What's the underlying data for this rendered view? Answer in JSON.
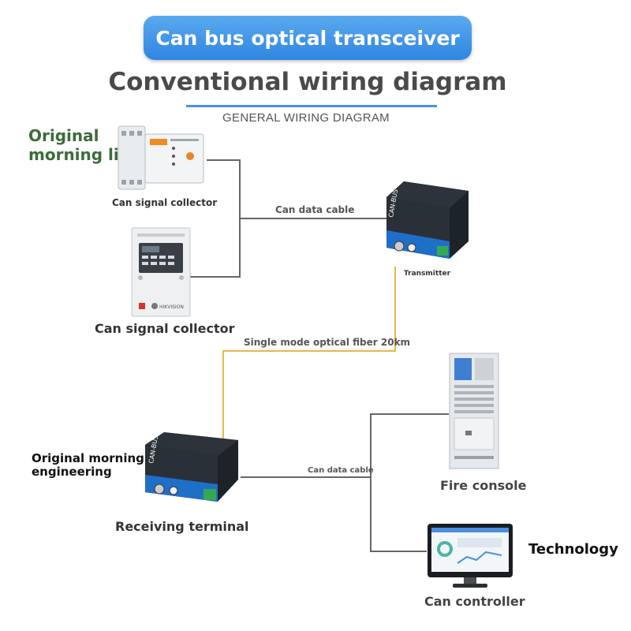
{
  "header": {
    "banner": "Can bus optical transceiver",
    "title": "Conventional wiring diagram",
    "subtitle": "GENERAL WIRING DIAGRAM"
  },
  "annotations": {
    "original_morning_li": "Original\nmorning li",
    "original_morning_engineering": "Original morning\nengineering",
    "technology": "Technology"
  },
  "devices": {
    "collector_1": "Can signal collector",
    "collector_2": "Can signal collector",
    "transmitter": "Transmitter",
    "receiver": "Receiving terminal",
    "fire_console": "Fire console",
    "controller": "Can controller"
  },
  "links": {
    "cable_top": "Can data cable",
    "fiber": "Single mode optical fiber 20km",
    "cable_bottom": "Can data cable"
  },
  "device_text": {
    "converter_brand": "CAN-BUS",
    "collector_2_brand": "HIKVISION"
  },
  "colors": {
    "banner": "#3b8fe6",
    "title_rule": "#4a90e2",
    "fiber": "#e8b94b",
    "cable": "#666666",
    "annotation_green": "#3d6b3a"
  }
}
